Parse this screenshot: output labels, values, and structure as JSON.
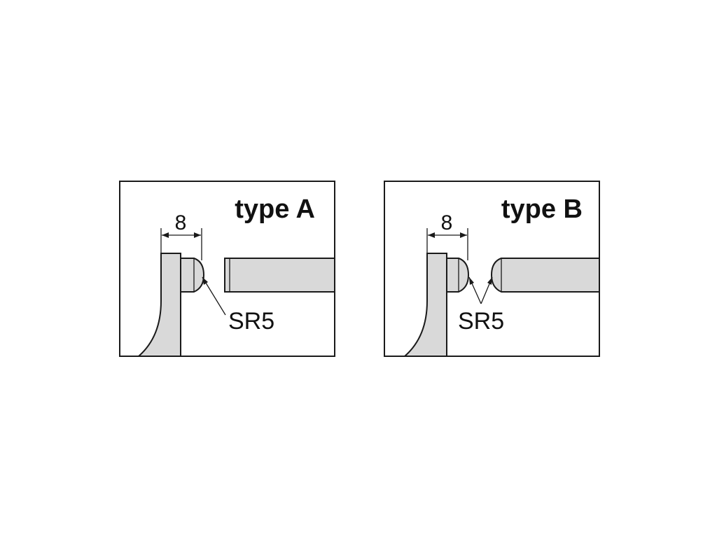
{
  "panels": [
    {
      "id": "type-a",
      "title": "type A",
      "dimension_label": "8",
      "callout_label": "SR5",
      "spindle_tip": "flat"
    },
    {
      "id": "type-b",
      "title": "type B",
      "dimension_label": "8",
      "callout_label": "SR5",
      "spindle_tip": "spherical"
    }
  ],
  "colors": {
    "outline": "#1a1a1a",
    "part_fill": "#d9d9d9",
    "background": "#ffffff"
  }
}
